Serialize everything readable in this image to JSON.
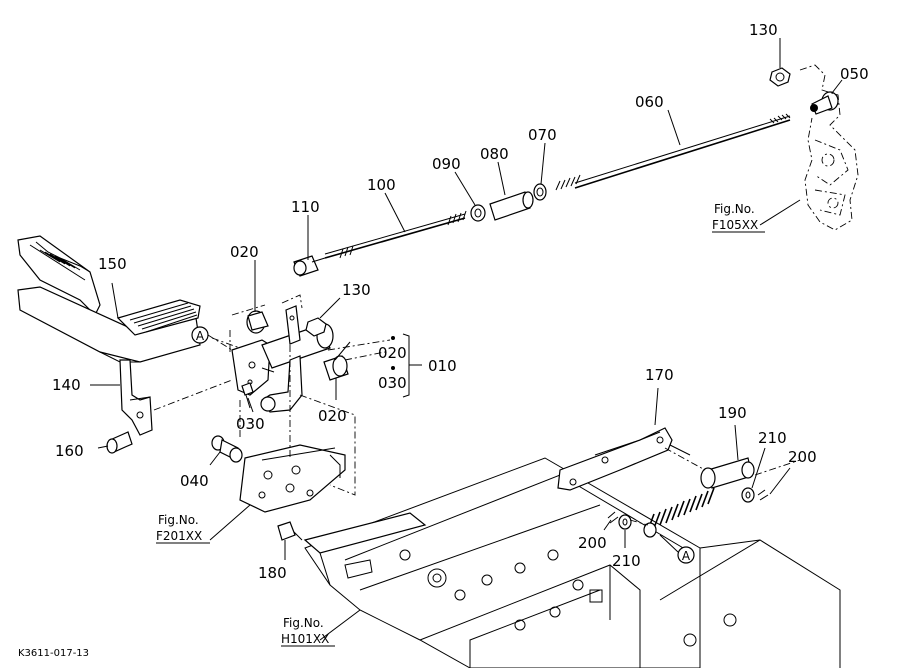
{
  "parts": {
    "p130_top": "130",
    "p050": "050",
    "p060": "060",
    "p070": "070",
    "p080": "080",
    "p090": "090",
    "p100": "100",
    "p110": "110",
    "p020_a": "020",
    "p150": "150",
    "p130_mid": "130",
    "p020_b": "020",
    "p010": "010",
    "p030_b": "030",
    "p140": "140",
    "p030_a": "030",
    "p020_c": "020",
    "p160": "160",
    "p040": "040",
    "p170": "170",
    "p190": "190",
    "p210_a": "210",
    "p200_a": "200",
    "p200_b": "200",
    "p210_b": "210",
    "p180": "180"
  },
  "figs": {
    "f105_label": "Fig.No.",
    "f105_code": "F105XX",
    "f201_label": "Fig.No.",
    "f201_code": "F201XX",
    "h101_label": "Fig.No.",
    "h101_code": "H101XX"
  },
  "ref_marks": {
    "a1": "A",
    "a2": "A"
  },
  "footer": {
    "code": "K3611-017-13"
  }
}
